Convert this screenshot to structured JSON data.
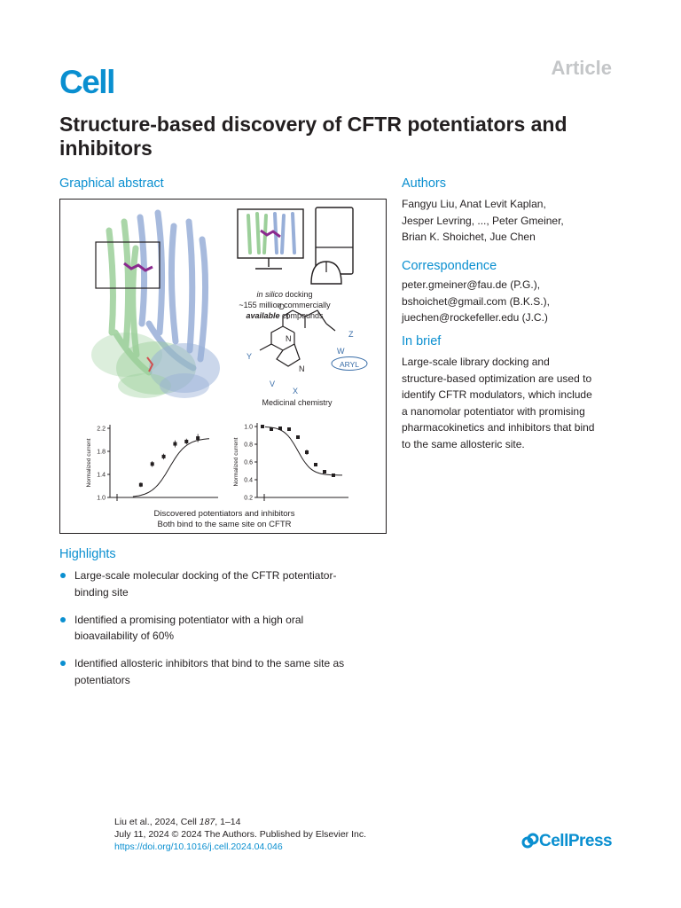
{
  "journal_logo": "Cell",
  "article_type": "Article",
  "title": "Structure-based discovery of CFTR potentiators and inhibitors",
  "graphical_abstract": {
    "heading": "Graphical abstract",
    "docking_line1_italic": "in silico",
    "docking_line1_rest": " docking",
    "docking_line2": "~155 million commercially",
    "docking_line3_bold_italic": "available",
    "docking_line3_rest": " compounds",
    "chem_label": "Medicinal chemistry",
    "chem_Z": "Z",
    "chem_Y": "Y",
    "chem_W": "W",
    "chem_ARYL": "ARYL",
    "chem_N1": "N",
    "chem_N2": "N",
    "chem_O": "O",
    "chem_V": "V",
    "chem_X": "X",
    "caption_line1": "Discovered potentiators and inhibitors",
    "caption_line2": "Both bind to the same site on CFTR",
    "colors": {
      "protein_green": "#9ccf9a",
      "protein_blue": "#98afd8",
      "ligand_purple": "#8a2a8e"
    }
  },
  "chart_data": [
    {
      "type": "scatter",
      "ylabel": "Normalized current",
      "yticks": [
        "2.2",
        "1.8",
        "1.4",
        "1.0"
      ],
      "ylim": [
        1.0,
        2.2
      ],
      "x": [
        1,
        2,
        3,
        4,
        5,
        6
      ],
      "values": [
        1.22,
        1.58,
        1.71,
        1.93,
        1.97,
        2.03
      ],
      "errors": [
        0.04,
        0.05,
        0.05,
        0.06,
        0.05,
        0.07
      ],
      "fit": "sigmoid"
    },
    {
      "type": "scatter",
      "ylabel": "Normalized current",
      "yticks": [
        "1.0",
        "0.8",
        "0.6",
        "0.4",
        "0.2"
      ],
      "ylim": [
        0.2,
        1.0
      ],
      "x": [
        0,
        1,
        2,
        3,
        4,
        5,
        6,
        7,
        8
      ],
      "values": [
        1.0,
        0.97,
        0.98,
        0.97,
        0.88,
        0.71,
        0.57,
        0.49,
        0.45
      ],
      "errors": [
        0.01,
        0.01,
        0.01,
        0.02,
        0.02,
        0.03,
        0.02,
        0.02,
        0.01
      ],
      "fit": "sigmoid"
    }
  ],
  "authors": {
    "heading": "Authors",
    "line1": "Fangyu Liu, Anat Levit Kaplan,",
    "line2": "Jesper Levring, ..., Peter Gmeiner,",
    "line3": "Brian K. Shoichet, Jue Chen"
  },
  "correspondence": {
    "heading": "Correspondence",
    "line1": "peter.gmeiner@fau.de (P.G.),",
    "line2": "bshoichet@gmail.com (B.K.S.),",
    "line3": "juechen@rockefeller.edu (J.C.)"
  },
  "in_brief": {
    "heading": "In brief",
    "line1": "Large-scale library docking and",
    "line2": "structure-based optimization are used to",
    "line3": "identify CFTR modulators, which include",
    "line4": "a nanomolar potentiator with promising",
    "line5": "pharmacokinetics and inhibitors that bind",
    "line6": "to the same allosteric site."
  },
  "highlights": {
    "heading": "Highlights",
    "items": [
      {
        "line1": "Large-scale molecular docking of the CFTR potentiator-",
        "line2": "binding site"
      },
      {
        "line1": "Identified a promising potentiator with a high oral",
        "line2": "bioavailability of 60%"
      },
      {
        "line1": "Identified allosteric inhibitors that bind to the same site as",
        "line2": "potentiators"
      }
    ]
  },
  "footer": {
    "citation_prefix": "Liu et al., 2024, Cell ",
    "citation_volume": "187",
    "citation_pages": ", 1–14",
    "line2": "July 11, 2024 © 2024 The Authors. Published by Elsevier Inc.",
    "doi": "https://doi.org/10.1016/j.cell.2024.04.046"
  },
  "publisher_logo": "CellPress"
}
